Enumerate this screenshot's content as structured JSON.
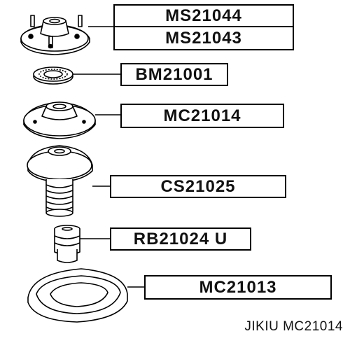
{
  "labels": {
    "ms21044": "MS21044",
    "ms21043": "MS21043",
    "bm21001": "BM21001",
    "mc21014": "MC21014",
    "cs21025": "CS21025",
    "rb21024u": "RB21024 U",
    "mc21013": "MC21013"
  },
  "footer": {
    "text": "JIKIU MC21014"
  },
  "colors": {
    "line": "#000000",
    "background": "#ffffff"
  }
}
